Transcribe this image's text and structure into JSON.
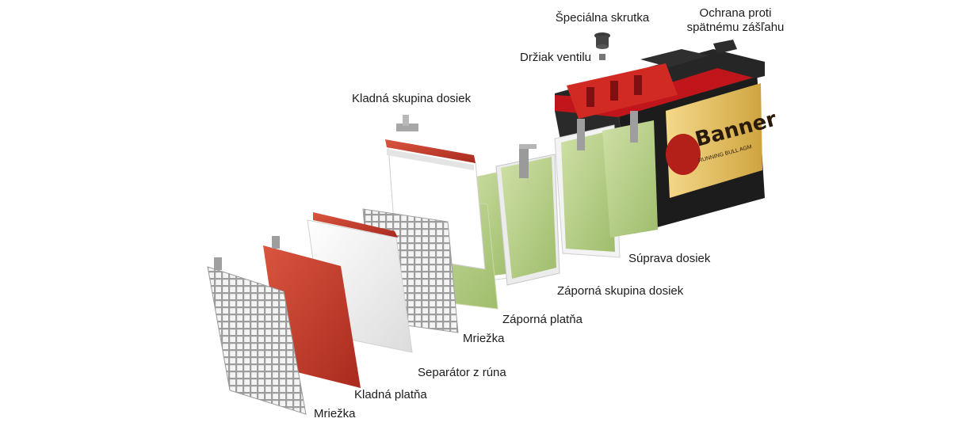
{
  "labels": {
    "special_screw": "Špeciálna skrutka",
    "flashback_line1": "Ochrana proti",
    "flashback_line2": "spätnému zášľahu",
    "valve_holder": "Držiak ventilu",
    "positive_group": "Kladná skupina dosiek",
    "plate_set": "Súprava dosiek",
    "negative_group": "Záporná skupina dosiek",
    "negative_plate": "Záporná platňa",
    "grid_upper": "Mriežka",
    "fleece_separator": "Separátor z rúna",
    "positive_plate": "Kladná platňa",
    "grid_lower": "Mriežka"
  },
  "battery": {
    "brand": "Banner",
    "subtitle": "RUNNING BULL AGM"
  },
  "colors": {
    "battery_case": "#1f1f1f",
    "lid_red": "#c0161b",
    "label_gold": "#e8c25a",
    "positive_plate": "#c8402f",
    "negative_plate": "#b7cf8a",
    "separator": "#f2f2f2",
    "grid": "#a8a8a8"
  }
}
